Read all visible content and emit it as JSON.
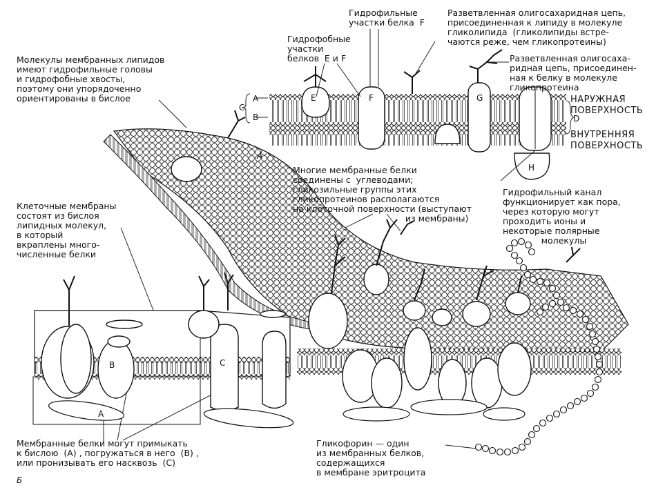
{
  "diagram": {
    "panel_a_label": "А",
    "panel_b_label": "Б",
    "outer_surface": "НАРУЖНАЯ\nПОВЕРХНОСТЬ",
    "inner_surface": "ВНУТРЕННЯЯ\nПОВЕРХНОСТЬ",
    "layer_labels": {
      "a": "А",
      "b": "В",
      "c": "С",
      "d": "D"
    },
    "protein_labels": {
      "e": "E",
      "f": "F",
      "g": "G",
      "h": "H"
    },
    "bilayer_protein_labels": {
      "a": "А",
      "b": "В",
      "c": "С"
    },
    "annotations": {
      "hydrophilic_f": "Гидрофильные\nучастки белка  F",
      "branched_glycolipid": "Разветвленная олигосахаридная цепь,\nприсоединенная к липиду в молекуле\nгликолипида  (гликолипиды встре-\nчаются реже, чем гликопротеины)",
      "hydrophobic_ef": "Гидрофобные\nучастки\nбелков  Е и F",
      "branched_glycoprotein": "Разветвленная олигосаха-\nридная цепь, присоединен-\nная к белку в молекуле\nгликопротеина",
      "lipids": "Молекулы мембранных липидов\nимеют гидрофильные головы\nи гидрофобные хвосты,\nпоэтому они упорядоченно\nориентированы в бислое",
      "carbohydrates": "Многие мембранные белки\nсоединены с  углеводами;\nгликозильные группы этих\nгликопротеинов располагаются\nна клеточной поверхности (выступают\n                                         из мембраны)",
      "channel": "Гидрофильный канал\nфункционирует как пора,\nчерез которую могут\nпроходить ионы и\nнекоторые полярные\n              молекулы",
      "bilayer": "Клеточные мембраны\nсостоят из бислоя\nлипидных молекул,\nв который\nвкраплены много-\nчисленные белки",
      "proteins": "Мембранные белки могут примыкать\nк бислою  (А) , погружаться в него  (В) ,\nили пронизывать его насквозь  (С)",
      "glycophorin": "Гликофорин — один\nиз мембранных белков,\nсодержащихся\nв мембране эритроцита"
    }
  }
}
